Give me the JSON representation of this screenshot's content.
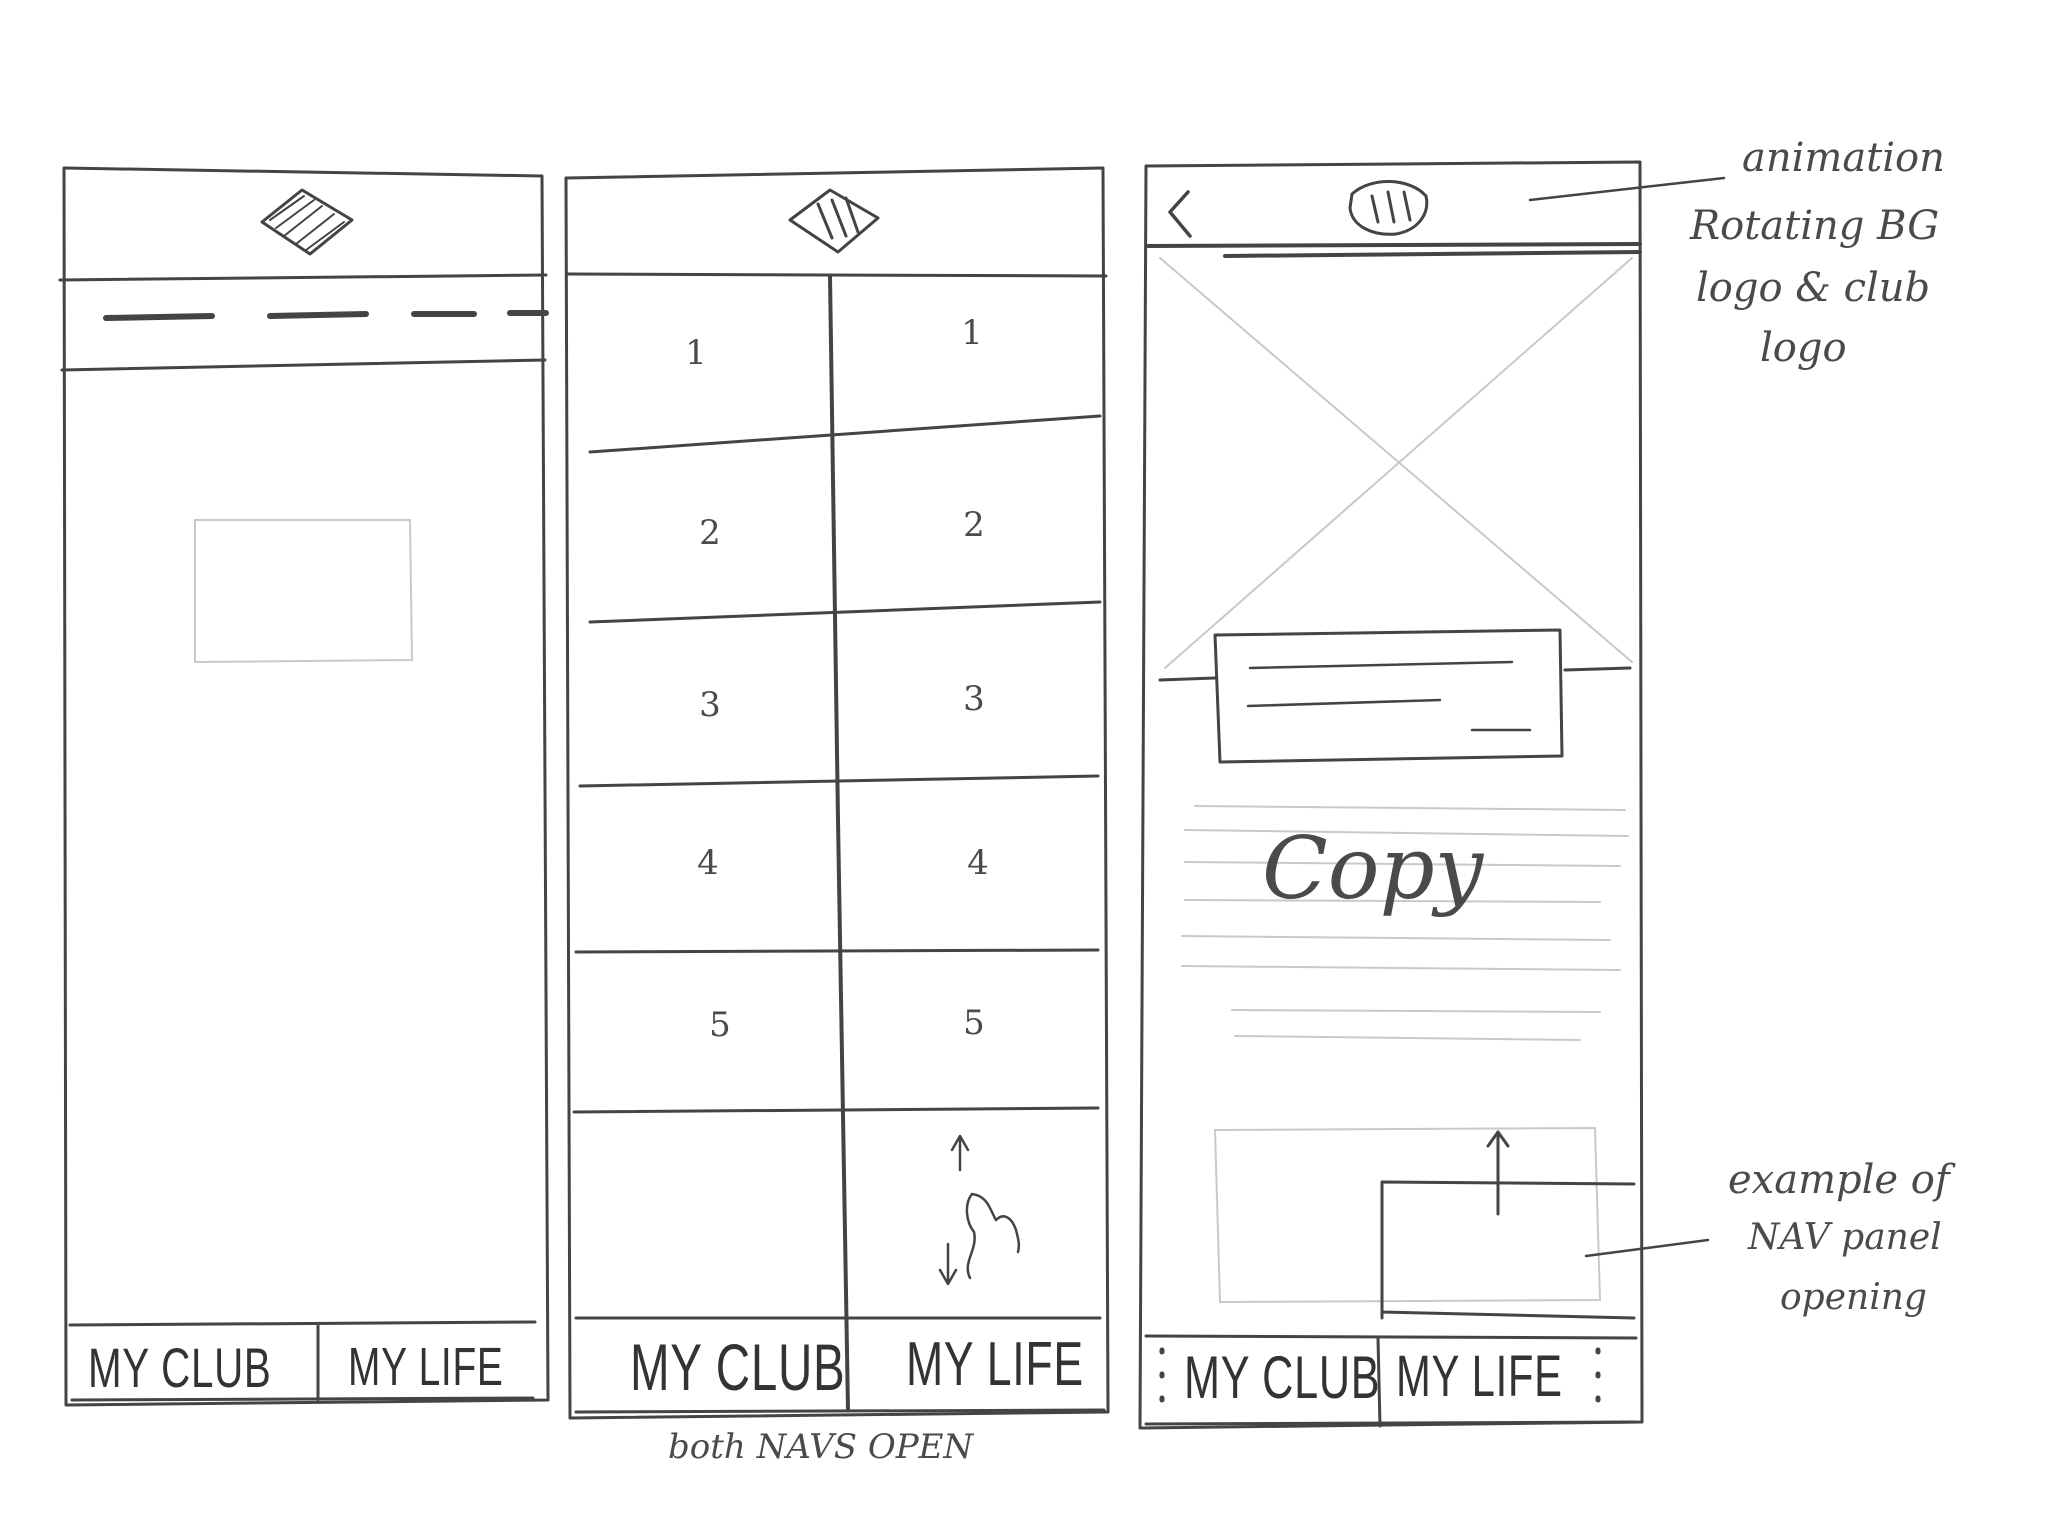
{
  "screens": [
    {
      "nav": {
        "left_label": "MY CLUB",
        "right_label": "MY LIFE"
      }
    },
    {
      "nav": {
        "left_label": "MY CLUB",
        "right_label": "MY LIFE"
      },
      "left_items": [
        "1",
        "2",
        "3",
        "4",
        "5"
      ],
      "right_items": [
        "1",
        "2",
        "3",
        "4",
        "5"
      ],
      "caption": "both NAVS OPEN"
    },
    {
      "back_icon": "chevron-left-icon",
      "copy_label": "Copy",
      "nav": {
        "left_label": "MY CLUB",
        "right_label": "MY LIFE"
      }
    }
  ],
  "annotations": {
    "top": [
      "animation",
      "Rotating BG",
      "logo & club",
      "logo"
    ],
    "bottom": [
      "example of",
      "NAV panel",
      "opening"
    ]
  },
  "colors": {
    "pencil": "#444444",
    "paper": "#ffffff"
  }
}
